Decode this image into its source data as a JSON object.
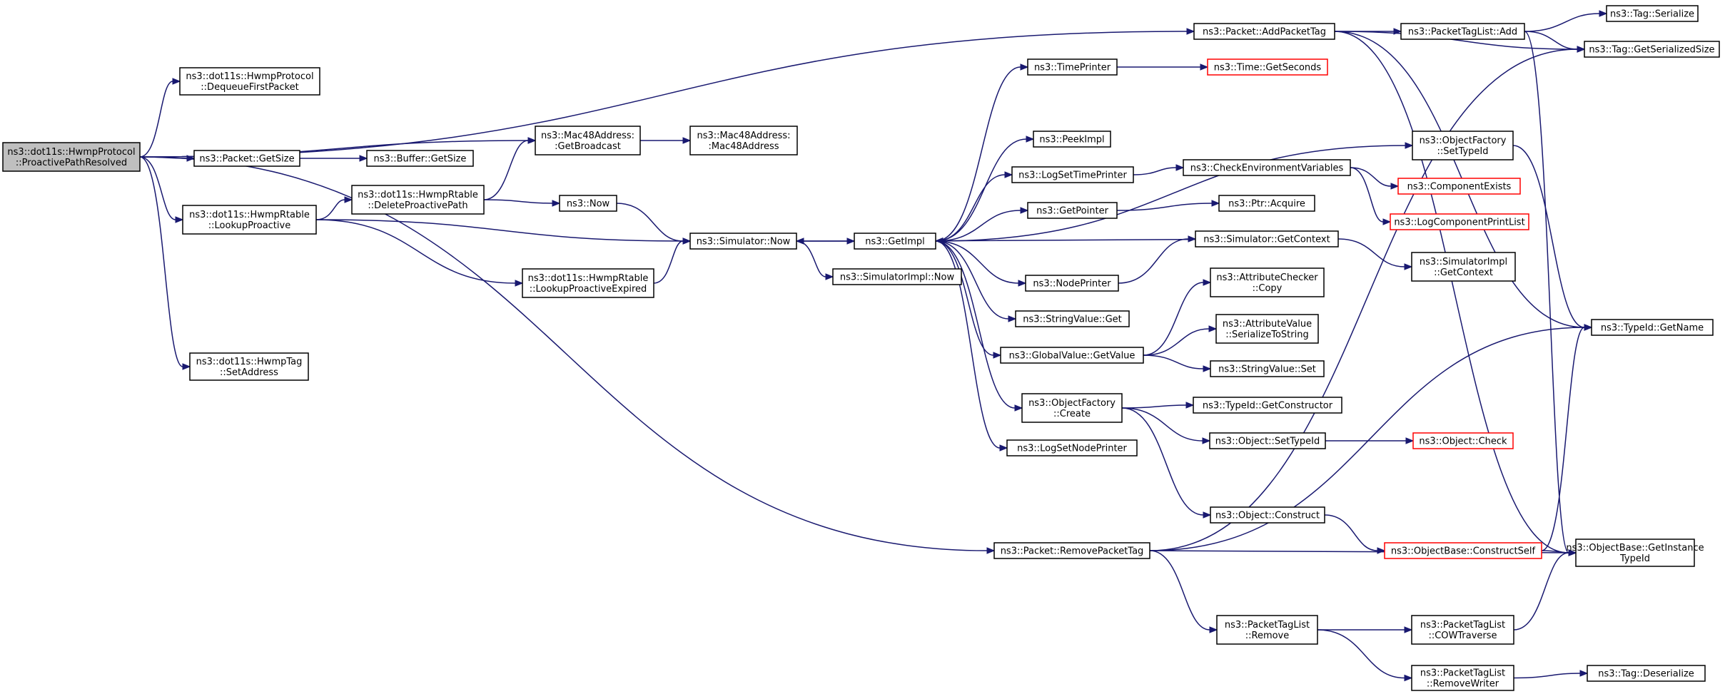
{
  "graph": {
    "nodes": [
      {
        "id": "root",
        "lines": [
          "ns3::dot11s::HwmpProtocol",
          "::ProactivePathResolved"
        ],
        "style": "root"
      },
      {
        "id": "dequeue",
        "lines": [
          "ns3::dot11s::HwmpProtocol",
          "::DequeueFirstPacket"
        ],
        "style": "normal"
      },
      {
        "id": "getsize",
        "lines": [
          "ns3::Packet::GetSize"
        ],
        "style": "normal"
      },
      {
        "id": "buffergetsize",
        "lines": [
          "ns3::Buffer::GetSize"
        ],
        "style": "normal"
      },
      {
        "id": "lookupproactive",
        "lines": [
          "ns3::dot11s::HwmpRtable",
          "::LookupProactive"
        ],
        "style": "normal"
      },
      {
        "id": "deleteproactive",
        "lines": [
          "ns3::dot11s::HwmpRtable",
          "::DeleteProactivePath"
        ],
        "style": "normal"
      },
      {
        "id": "hwmptag",
        "lines": [
          "ns3::dot11s::HwmpTag",
          "::SetAddress"
        ],
        "style": "normal"
      },
      {
        "id": "getbroadcast",
        "lines": [
          "ns3::Mac48Address:",
          ":GetBroadcast"
        ],
        "style": "normal"
      },
      {
        "id": "mac48",
        "lines": [
          "ns3::Mac48Address:",
          ":Mac48Address"
        ],
        "style": "normal"
      },
      {
        "id": "now",
        "lines": [
          "ns3::Now"
        ],
        "style": "normal"
      },
      {
        "id": "simnow",
        "lines": [
          "ns3::Simulator::Now"
        ],
        "style": "normal"
      },
      {
        "id": "lookupexpired",
        "lines": [
          "ns3::dot11s::HwmpRtable",
          "::LookupProactiveExpired"
        ],
        "style": "normal"
      },
      {
        "id": "getimpl",
        "lines": [
          "ns3::GetImpl"
        ],
        "style": "normal"
      },
      {
        "id": "simimplnow",
        "lines": [
          "ns3::SimulatorImpl::Now"
        ],
        "style": "normal"
      },
      {
        "id": "timeprinter",
        "lines": [
          "ns3::TimePrinter"
        ],
        "style": "normal"
      },
      {
        "id": "getseconds",
        "lines": [
          "ns3::Time::GetSeconds"
        ],
        "style": "red"
      },
      {
        "id": "peekimpl",
        "lines": [
          "ns3::PeekImpl"
        ],
        "style": "normal"
      },
      {
        "id": "logsettime",
        "lines": [
          "ns3::LogSetTimePrinter"
        ],
        "style": "normal"
      },
      {
        "id": "checkenv",
        "lines": [
          "ns3::CheckEnvironmentVariables"
        ],
        "style": "normal"
      },
      {
        "id": "compexists",
        "lines": [
          "ns3::ComponentExists"
        ],
        "style": "red"
      },
      {
        "id": "logcompprint",
        "lines": [
          "ns3::LogComponentPrintList"
        ],
        "style": "red"
      },
      {
        "id": "getpointer",
        "lines": [
          "ns3::GetPointer"
        ],
        "style": "normal"
      },
      {
        "id": "ptracquire",
        "lines": [
          "ns3::Ptr::Acquire"
        ],
        "style": "normal"
      },
      {
        "id": "getcontext",
        "lines": [
          "ns3::Simulator::GetContext"
        ],
        "style": "normal"
      },
      {
        "id": "simimplgetcontext",
        "lines": [
          "ns3::SimulatorImpl",
          "::GetContext"
        ],
        "style": "normal"
      },
      {
        "id": "nodeprinter",
        "lines": [
          "ns3::NodePrinter"
        ],
        "style": "normal"
      },
      {
        "id": "stringget",
        "lines": [
          "ns3::StringValue::Get"
        ],
        "style": "normal"
      },
      {
        "id": "globalget",
        "lines": [
          "ns3::GlobalValue::GetValue"
        ],
        "style": "normal"
      },
      {
        "id": "attrcheckcopy",
        "lines": [
          "ns3::AttributeChecker",
          "::Copy"
        ],
        "style": "normal"
      },
      {
        "id": "attrser",
        "lines": [
          "ns3::AttributeValue",
          "::SerializeToString"
        ],
        "style": "normal"
      },
      {
        "id": "stringset",
        "lines": [
          "ns3::StringValue::Set"
        ],
        "style": "normal"
      },
      {
        "id": "objfactcreate",
        "lines": [
          "ns3::ObjectFactory",
          "::Create"
        ],
        "style": "normal"
      },
      {
        "id": "getconstructor",
        "lines": [
          "ns3::TypeId::GetConstructor"
        ],
        "style": "normal"
      },
      {
        "id": "objsettypeid",
        "lines": [
          "ns3::Object::SetTypeId"
        ],
        "style": "normal"
      },
      {
        "id": "objcheck",
        "lines": [
          "ns3::Object::Check"
        ],
        "style": "red"
      },
      {
        "id": "logsetnode",
        "lines": [
          "ns3::LogSetNodePrinter"
        ],
        "style": "normal"
      },
      {
        "id": "objconstruct",
        "lines": [
          "ns3::Object::Construct"
        ],
        "style": "normal"
      },
      {
        "id": "constructself",
        "lines": [
          "ns3::ObjectBase::ConstructSelf"
        ],
        "style": "red"
      },
      {
        "id": "getinstance",
        "lines": [
          "ns3::ObjectBase::GetInstance",
          "TypeId"
        ],
        "style": "normal"
      },
      {
        "id": "removepackettag",
        "lines": [
          "ns3::Packet::RemovePacketTag"
        ],
        "style": "normal"
      },
      {
        "id": "ptlremove",
        "lines": [
          "ns3::PacketTagList",
          "::Remove"
        ],
        "style": "normal"
      },
      {
        "id": "cowtraverse",
        "lines": [
          "ns3::PacketTagList",
          "::COWTraverse"
        ],
        "style": "normal"
      },
      {
        "id": "removewriter",
        "lines": [
          "ns3::PacketTagList",
          "::RemoveWriter"
        ],
        "style": "normal"
      },
      {
        "id": "tagdeser",
        "lines": [
          "ns3::Tag::Deserialize"
        ],
        "style": "normal"
      },
      {
        "id": "addpackettag",
        "lines": [
          "ns3::Packet::AddPacketTag"
        ],
        "style": "normal"
      },
      {
        "id": "ptladd",
        "lines": [
          "ns3::PacketTagList::Add"
        ],
        "style": "normal"
      },
      {
        "id": "tagser",
        "lines": [
          "ns3::Tag::Serialize"
        ],
        "style": "normal"
      },
      {
        "id": "taggetsersize",
        "lines": [
          "ns3::Tag::GetSerializedSize"
        ],
        "style": "normal"
      },
      {
        "id": "objfactsettypeid",
        "lines": [
          "ns3::ObjectFactory",
          "::SetTypeId"
        ],
        "style": "normal"
      },
      {
        "id": "typeidgetname",
        "lines": [
          "ns3::TypeId::GetName"
        ],
        "style": "normal"
      }
    ],
    "edges": [
      [
        "root",
        "addpackettag"
      ],
      [
        "root",
        "dequeue"
      ],
      [
        "root",
        "getbroadcast"
      ],
      [
        "root",
        "getsize"
      ],
      [
        "root",
        "lookupproactive"
      ],
      [
        "root",
        "removepackettag"
      ],
      [
        "root",
        "hwmptag"
      ],
      [
        "getsize",
        "buffergetsize"
      ],
      [
        "getbroadcast",
        "mac48"
      ],
      [
        "lookupproactive",
        "deleteproactive"
      ],
      [
        "lookupproactive",
        "simnow"
      ],
      [
        "lookupproactive",
        "lookupexpired"
      ],
      [
        "deleteproactive",
        "getbroadcast"
      ],
      [
        "deleteproactive",
        "now"
      ],
      [
        "now",
        "simnow"
      ],
      [
        "lookupexpired",
        "simnow"
      ],
      [
        "simnow",
        "getimpl"
      ],
      [
        "simnow",
        "simimplnow"
      ],
      [
        "getimpl",
        "simnow"
      ],
      [
        "getimpl",
        "timeprinter"
      ],
      [
        "getimpl",
        "objfactsettypeid"
      ],
      [
        "getimpl",
        "peekimpl"
      ],
      [
        "getimpl",
        "logsettime"
      ],
      [
        "getimpl",
        "getpointer"
      ],
      [
        "getimpl",
        "nodeprinter"
      ],
      [
        "getimpl",
        "stringget"
      ],
      [
        "getimpl",
        "globalget"
      ],
      [
        "getimpl",
        "objfactcreate"
      ],
      [
        "getimpl",
        "logsetnode"
      ],
      [
        "timeprinter",
        "getseconds"
      ],
      [
        "logsettime",
        "checkenv"
      ],
      [
        "checkenv",
        "compexists"
      ],
      [
        "checkenv",
        "logcompprint"
      ],
      [
        "getpointer",
        "ptracquire"
      ],
      [
        "getcontext",
        "getimpl"
      ],
      [
        "getcontext",
        "simimplgetcontext"
      ],
      [
        "nodeprinter",
        "getcontext"
      ],
      [
        "globalget",
        "attrcheckcopy"
      ],
      [
        "globalget",
        "attrser"
      ],
      [
        "globalget",
        "stringset"
      ],
      [
        "objfactcreate",
        "getconstructor"
      ],
      [
        "objfactcreate",
        "objsettypeid"
      ],
      [
        "objfactcreate",
        "objconstruct"
      ],
      [
        "objsettypeid",
        "objcheck"
      ],
      [
        "objconstruct",
        "constructself"
      ],
      [
        "constructself",
        "getinstance"
      ],
      [
        "constructself",
        "typeidgetname"
      ],
      [
        "removepackettag",
        "taggetsersize"
      ],
      [
        "removepackettag",
        "typeidgetname"
      ],
      [
        "removepackettag",
        "getinstance"
      ],
      [
        "removepackettag",
        "ptlremove"
      ],
      [
        "ptlremove",
        "cowtraverse"
      ],
      [
        "ptlremove",
        "removewriter"
      ],
      [
        "cowtraverse",
        "getinstance"
      ],
      [
        "removewriter",
        "tagdeser"
      ],
      [
        "addpackettag",
        "ptladd"
      ],
      [
        "addpackettag",
        "taggetsersize"
      ],
      [
        "addpackettag",
        "typeidgetname"
      ],
      [
        "addpackettag",
        "getinstance"
      ],
      [
        "ptladd",
        "tagser"
      ],
      [
        "ptladd",
        "taggetsersize"
      ],
      [
        "ptladd",
        "getinstance"
      ],
      [
        "objfactsettypeid",
        "typeidgetname"
      ]
    ]
  }
}
